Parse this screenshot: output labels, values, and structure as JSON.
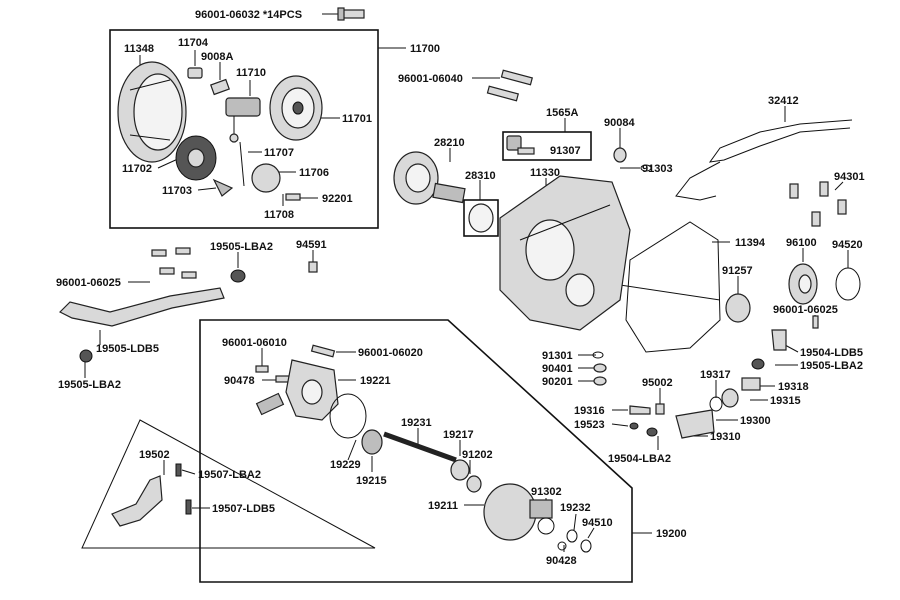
{
  "labels": {
    "l_96001_06032": "96001-06032 *14PCS",
    "l_11700": "11700",
    "l_11348": "11348",
    "l_11704": "11704",
    "l_9008a": "9008A",
    "l_11710": "11710",
    "l_11701": "11701",
    "l_11707": "11707",
    "l_11702": "11702",
    "l_11706": "11706",
    "l_11703": "11703",
    "l_92201": "92201",
    "l_11708": "11708",
    "l_96001_06040": "96001-06040",
    "l_1565a": "1565A",
    "l_91307": "91307",
    "l_90084": "90084",
    "l_91303": "91303",
    "l_32412": "32412",
    "l_28210": "28210",
    "l_28310": "28310",
    "l_11330": "11330",
    "l_94301": "94301",
    "l_11394": "11394",
    "l_96100": "96100",
    "l_94520": "94520",
    "l_91257": "91257",
    "l_96001_06025_r": "96001-06025",
    "l_94591": "94591",
    "l_19505_lba2_top": "19505-LBA2",
    "l_96001_06025_l": "96001-06025",
    "l_19505_ldb5": "19505-LDB5",
    "l_19505_lba2_bot": "19505-LBA2",
    "l_96001_06010": "96001-06010",
    "l_96001_06020": "96001-06020",
    "l_90478": "90478",
    "l_19221": "19221",
    "l_91301": "91301",
    "l_90401": "90401",
    "l_90201": "90201",
    "l_19504_ldb5": "19504-LDB5",
    "l_19505_lba2_r": "19505-LBA2",
    "l_19317": "19317",
    "l_95002": "95002",
    "l_19318": "19318",
    "l_19315": "19315",
    "l_19316": "19316",
    "l_19523": "19523",
    "l_19300": "19300",
    "l_19310": "19310",
    "l_19504_lba2": "19504-LBA2",
    "l_19231": "19231",
    "l_19229": "19229",
    "l_19217": "19217",
    "l_19215": "19215",
    "l_91202": "91202",
    "l_19502": "19502",
    "l_19507_lba2": "19507-LBA2",
    "l_19507_ldb5": "19507-LDB5",
    "l_19211": "19211",
    "l_91302": "91302",
    "l_19232": "19232",
    "l_94510": "94510",
    "l_19200": "19200",
    "l_90428": "90428"
  }
}
